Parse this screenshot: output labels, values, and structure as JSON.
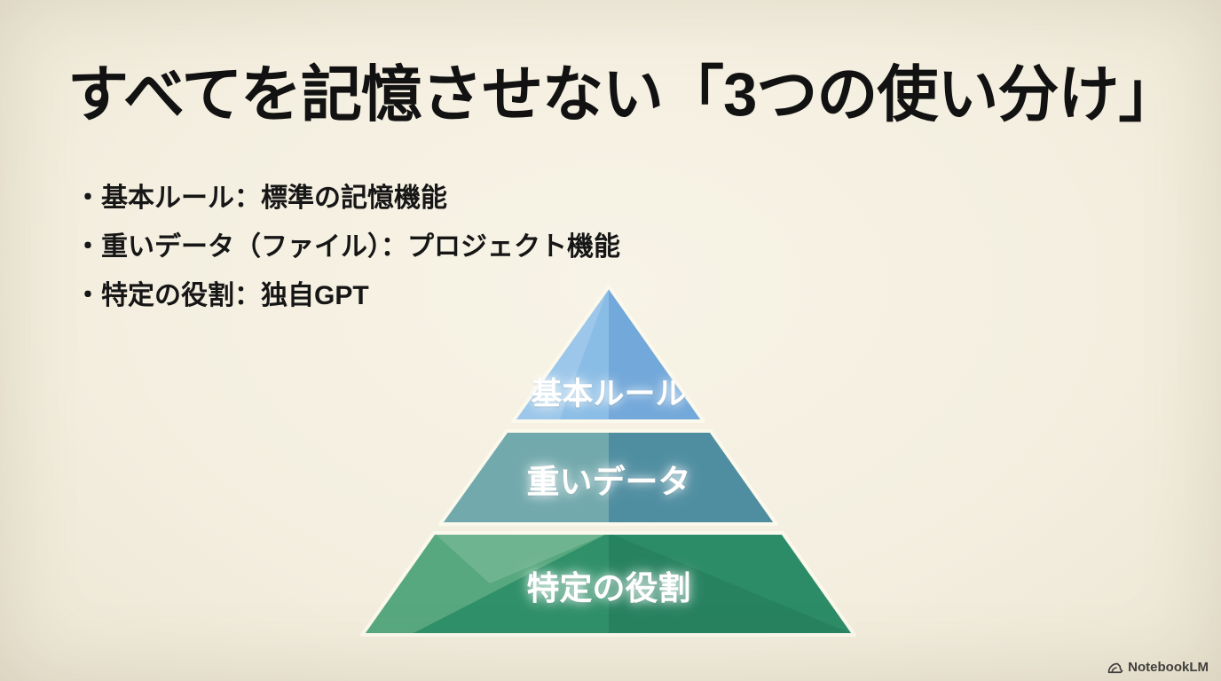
{
  "slide": {
    "title": "すべてを記憶させない「3つの使い分け」",
    "bullets": [
      "・基本ルール：標準の記憶機能",
      "・重いデータ（ファイル）：プロジェクト機能",
      "・特定の役割：独自GPT"
    ],
    "pyramid": {
      "tiers": [
        {
          "label": "基本ルール",
          "color_left": "#8abde6",
          "color_right": "#72a8da"
        },
        {
          "label": "重いデータ",
          "color_left": "#72a9ad",
          "color_right": "#4f8ea1"
        },
        {
          "label": "特定の役割",
          "color_left": "#58a87f",
          "color_right": "#2d8c68",
          "facet_left_dark": "#2f9069",
          "facet_right_dark": "#278260"
        }
      ],
      "outline_color": "#fbf8ec"
    },
    "watermark": {
      "label": "NotebookLM"
    },
    "colors": {
      "background": "#f4efe0",
      "title_text": "#121212",
      "tier_label_text": "#ffffff"
    }
  }
}
